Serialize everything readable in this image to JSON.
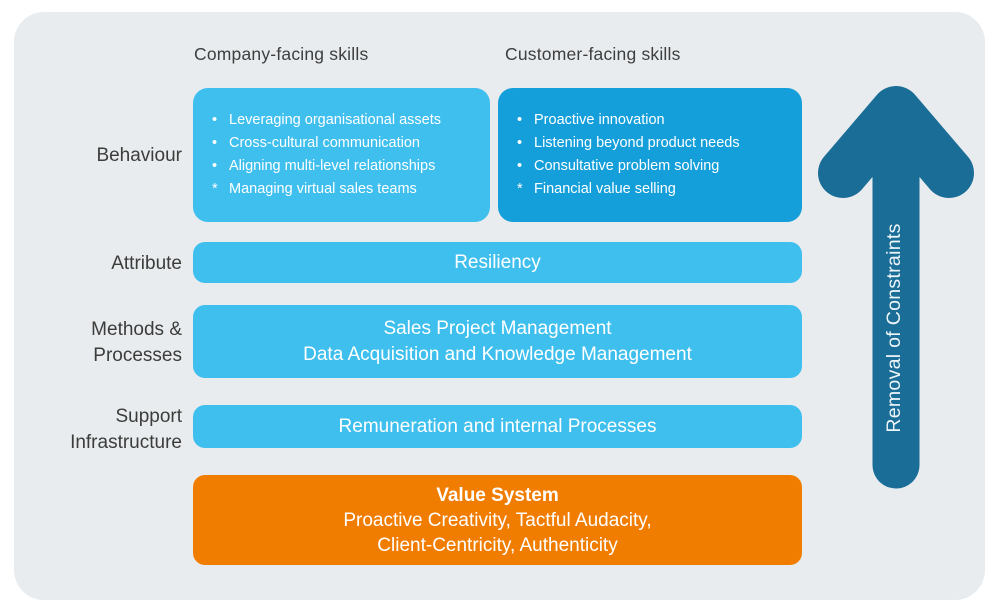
{
  "colors": {
    "panel_bg": "#E8ECEF",
    "light_blue": "#3FBFEE",
    "dark_blue": "#149FDB",
    "orange": "#F07D00",
    "arrow_teal": "#1A6D96",
    "text_dark": "#3E3E3E",
    "text_light": "#FFFFFF"
  },
  "column_headers": {
    "company": "Company-facing skills",
    "customer": "Customer-facing skills"
  },
  "side_labels": {
    "behaviour": "Behaviour",
    "attribute": "Attribute",
    "methods_line1": "Methods &",
    "methods_line2": "Processes",
    "support_line1": "Support",
    "support_line2": "Infrastructure"
  },
  "behaviour": {
    "company_box": {
      "items": [
        {
          "marker": "•",
          "text": "Leveraging organisational assets"
        },
        {
          "marker": "•",
          "text": "Cross-cultural communication"
        },
        {
          "marker": "•",
          "text": "Aligning multi-level relationships"
        },
        {
          "marker": "*",
          "text": "Managing virtual sales teams"
        }
      ]
    },
    "customer_box": {
      "items": [
        {
          "marker": "•",
          "text": "Proactive innovation"
        },
        {
          "marker": "•",
          "text": "Listening beyond product needs"
        },
        {
          "marker": "•",
          "text": "Consultative problem solving"
        },
        {
          "marker": "*",
          "text": "Financial value selling"
        }
      ]
    }
  },
  "attribute_box": {
    "line1": "Resiliency"
  },
  "methods_box": {
    "line1": "Sales Project Management",
    "line2": "Data Acquisition and Knowledge Management"
  },
  "support_box": {
    "line1": "Remuneration and internal Processes"
  },
  "value_system_box": {
    "title": "Value System",
    "line1": "Proactive Creativity, Tactful Audacity,",
    "line2": "Client-Centricity, Authenticity"
  },
  "arrow": {
    "label": "Removal of Constraints"
  }
}
